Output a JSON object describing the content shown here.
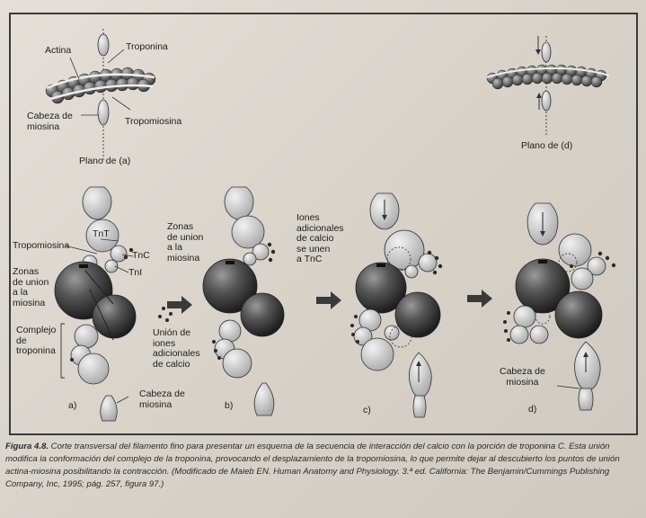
{
  "labels": {
    "actina": "Actina",
    "troponina_top": "Troponina",
    "cabeza_miosina_top": "Cabeza de\nmiosina",
    "tropomiosina_top": "Tropomiosina",
    "plano_a": "Plano de (a)",
    "plano_d": "Plano de (d)",
    "tnt": "TnT",
    "tnc": "TnC",
    "tni": "TnI",
    "tropomiosina_a": "Tropomiosina",
    "zonas_union_a": "Zonas\nde union\na la\nmiosina",
    "complejo_troponina": "Complejo\nde\ntroponina",
    "cabeza_miosina_a": "Cabeza de\nmiosina",
    "zonas_union_b": "Zonas\nde union\na la\nmiosina",
    "union_iones": "Unión de\niones\nadicionales\nde calcio",
    "iones_adicionales": "Iones\nadicionales\nde calcio\nse unen\na TnC",
    "cabeza_miosina_d": "Cabeza de\nmiosina",
    "panel_a": "a)",
    "panel_b": "b)",
    "panel_c": "c)",
    "panel_d": "d)"
  },
  "caption": {
    "figure_label": "Figura 4.8.",
    "text": "Corte transversal del filamento fino para presentar un esquema de la secuencia de interacción del calcio con la porción de troponina C. Esta unión modifica la conformación del complejo de la troponina, provocando el desplazamiento de la tropomiosina, lo que permite dejar al descubierto los puntos de unión actina-miosina posibilitando la contracción. (Modificado de Maieb EN. Human Anatomy and Physiology. 3.ª ed. California: The Benjamin/Cummings Publishing Company, Inc, 1995; pág. 257, figura 97.)"
  },
  "colors": {
    "sphere_dark": "#3c3c3c",
    "sphere_light": "#cfcfcf",
    "outline": "#2b2b2b",
    "calcium_dot": "#2a2a2a"
  }
}
